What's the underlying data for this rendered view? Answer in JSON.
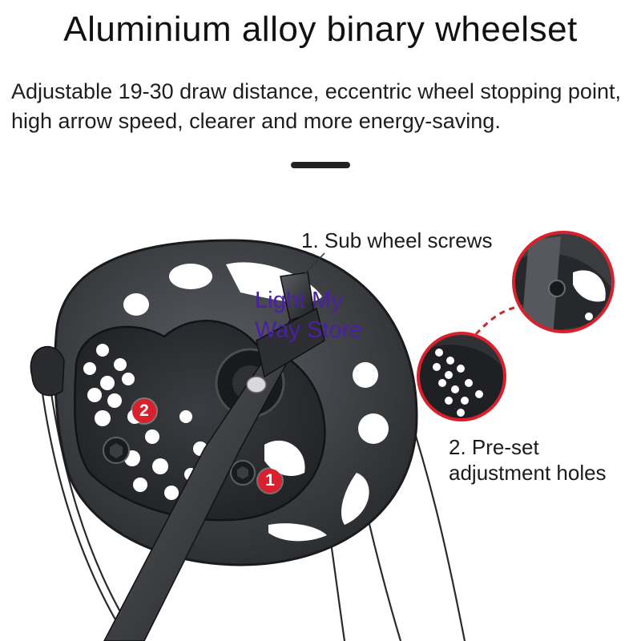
{
  "header": {
    "title": "Aluminium alloy binary wheelset",
    "subtitle": "Adjustable 19-30 draw distance, eccentric wheel stopping point, high arrow speed, clearer and more energy-saving."
  },
  "callouts": {
    "sub_wheel_screws": "1. Sub wheel screws",
    "preset_holes_line1": "2. Pre-set",
    "preset_holes_line2": "adjustment holes"
  },
  "markers": {
    "one": "1",
    "two": "2"
  },
  "watermark": {
    "line1": "Light My",
    "line2": "Way Store"
  },
  "colors": {
    "accent_red": "#d9202c",
    "metal_dark": "#2b2d30",
    "metal_mid": "#45484d",
    "watermark": "#4b1fa6"
  }
}
